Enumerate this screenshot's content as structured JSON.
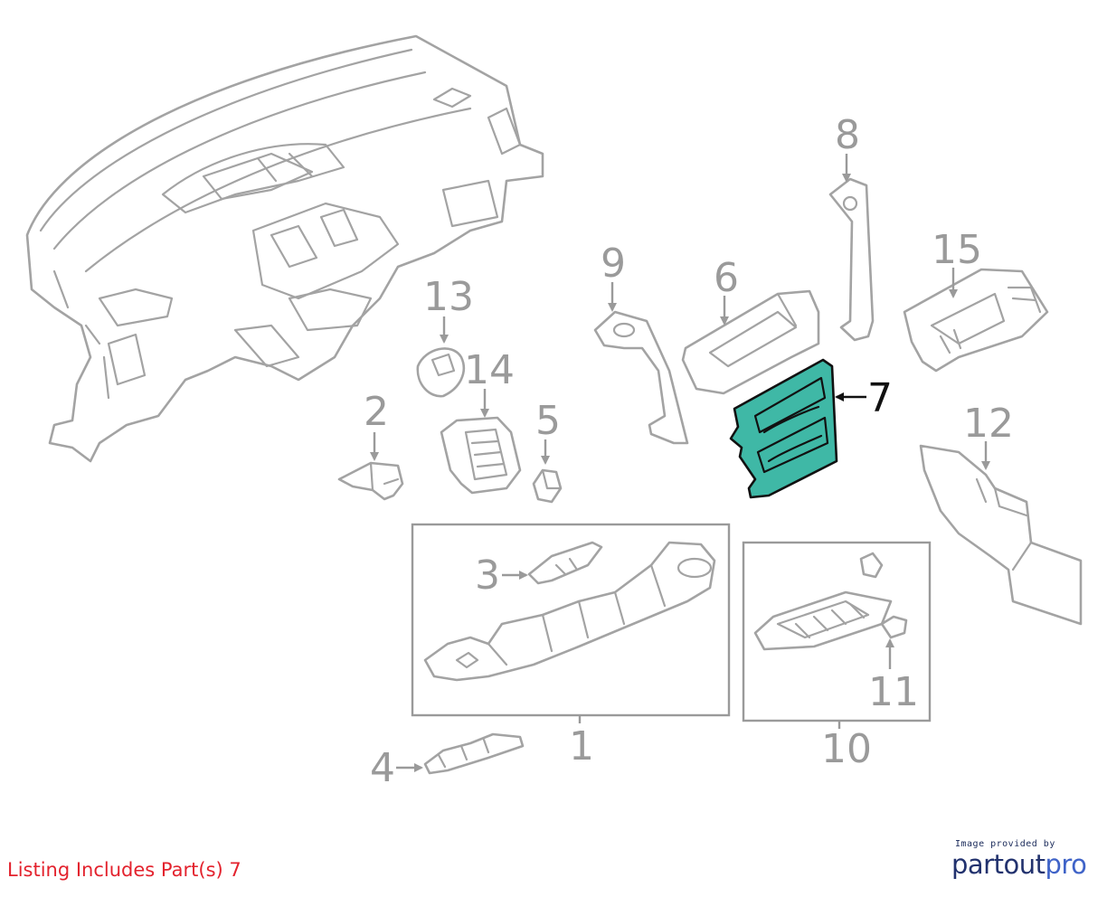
{
  "callouts": {
    "c1": "1",
    "c2": "2",
    "c3": "3",
    "c4": "4",
    "c5": "5",
    "c6": "6",
    "c7": "7",
    "c8": "8",
    "c9": "9",
    "c10": "10",
    "c11": "11",
    "c12": "12",
    "c13": "13",
    "c14": "14",
    "c15": "15"
  },
  "highlighted_part": "7",
  "colors": {
    "highlight_fill": "#3fb8a6",
    "line_gray": "#a3a3a3",
    "note_red": "#e3222d",
    "brand_navy": "#22326e"
  },
  "footer": {
    "note": "Listing Includes Part(s) 7"
  },
  "brand": {
    "caption": "Image provided by",
    "logo_part1": "partout",
    "logo_part2": "pro"
  }
}
